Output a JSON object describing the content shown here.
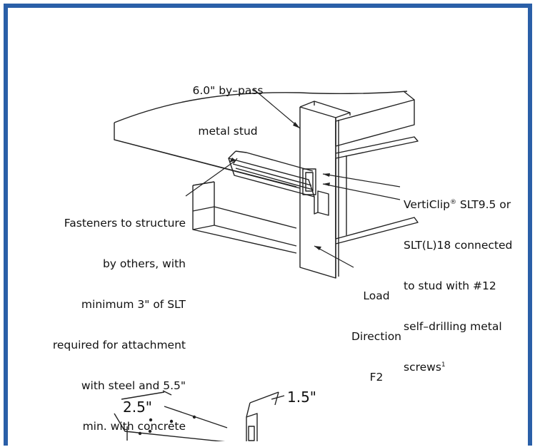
{
  "labels": {
    "stud": [
      "6.0\" by–pass",
      "metal stud"
    ],
    "fasteners": [
      "Fasteners to structure",
      "by others, with",
      "minimum 3\" of SLT",
      "required for attachment",
      "with steel and 5.5\"",
      "min. with concrete"
    ],
    "verticlip": {
      "line1_prefix": "VertiClip",
      "line1_mark": "®",
      "line1_suffix": " SLT9.5 or",
      "line2": "SLT(L)18 connected",
      "line3": "to stud with #12",
      "line4": "self–drilling metal",
      "line5_text": "screws",
      "line5_note": "1"
    },
    "load": [
      "Load",
      "Direction",
      "F2"
    ],
    "dim_25": "2.5\"",
    "dim_15": "1.5\""
  },
  "colors": {
    "border": "#2a5fa8",
    "line": "#222222"
  }
}
